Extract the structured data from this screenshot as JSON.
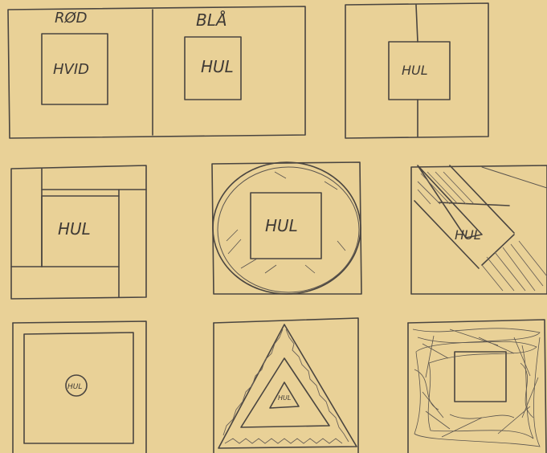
{
  "colors": {
    "paper": "#e9d197",
    "ink": "#4a4540"
  },
  "labels": {
    "rod": "RØD",
    "bla": "BLÅ",
    "hvid": "HVID",
    "hul": "HUL"
  }
}
